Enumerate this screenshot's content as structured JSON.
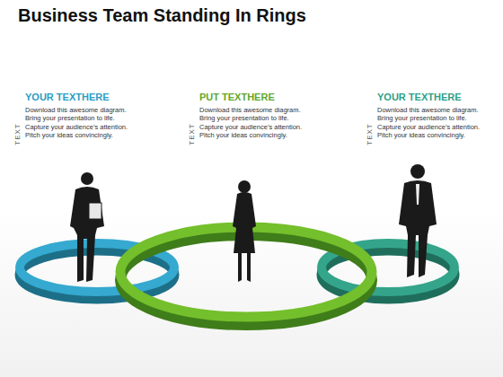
{
  "diagram": {
    "title": "Business Team Standing In Rings",
    "labels": [
      "YOUR TEXTHERE",
      "TEXT",
      "Download this awesome diagram. Bring your presentation to life. Capture your audience’s attention. Pitch your ideas convincingly.",
      "PUT TEXTHERE",
      "TEXT",
      "Download this awesome diagram. Bring your presentation to life. Capture your audience’s attention. Pitch your ideas convincingly.",
      "YOUR TEXTHERE",
      "TEXT",
      "Download this awesome diagram. Bring your presentation to life. Capture your audience’s attention. Pitch your ideas convincingly."
    ]
  }
}
